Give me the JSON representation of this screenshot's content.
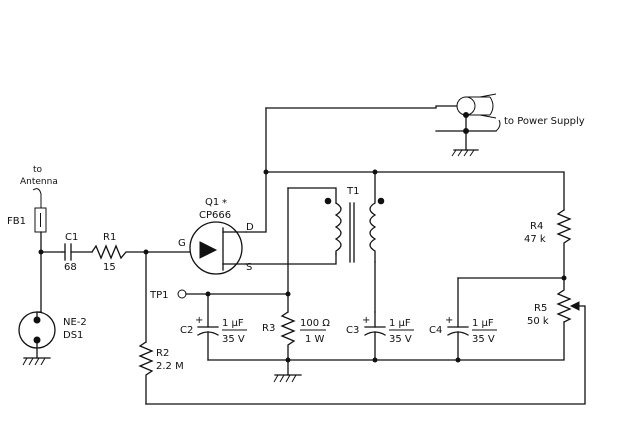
{
  "labels": {
    "antenna_line1": "to",
    "antenna_line2": "Antenna",
    "fb1": "FB1",
    "c1": "C1",
    "c1_value": "68",
    "r1": "R1",
    "r1_value": "15",
    "ne2": "NE-2",
    "ds1": "DS1",
    "q1": "Q1",
    "q1_star": "*",
    "q1_part": "CP666",
    "gate": "G",
    "drain": "D",
    "source": "S",
    "t1": "T1",
    "power_supply": "to Power Supply",
    "tp1": "TP1",
    "r2": "R2",
    "r2_value": "2.2 M",
    "c2": "C2",
    "c2_value_top": "1 µF",
    "c2_value_bottom": "35 V",
    "r3": "R3",
    "r3_value_top": "100 Ω",
    "r3_value_bottom": "1 W",
    "c3": "C3",
    "c3_value_top": "1 µF",
    "c3_value_bottom": "35 V",
    "c4": "C4",
    "c4_value_top": "1 µF",
    "c4_value_bottom": "35 V",
    "r4": "R4",
    "r4_value": "47 k",
    "r5": "R5",
    "r5_value": "50 k",
    "plus": "+"
  }
}
